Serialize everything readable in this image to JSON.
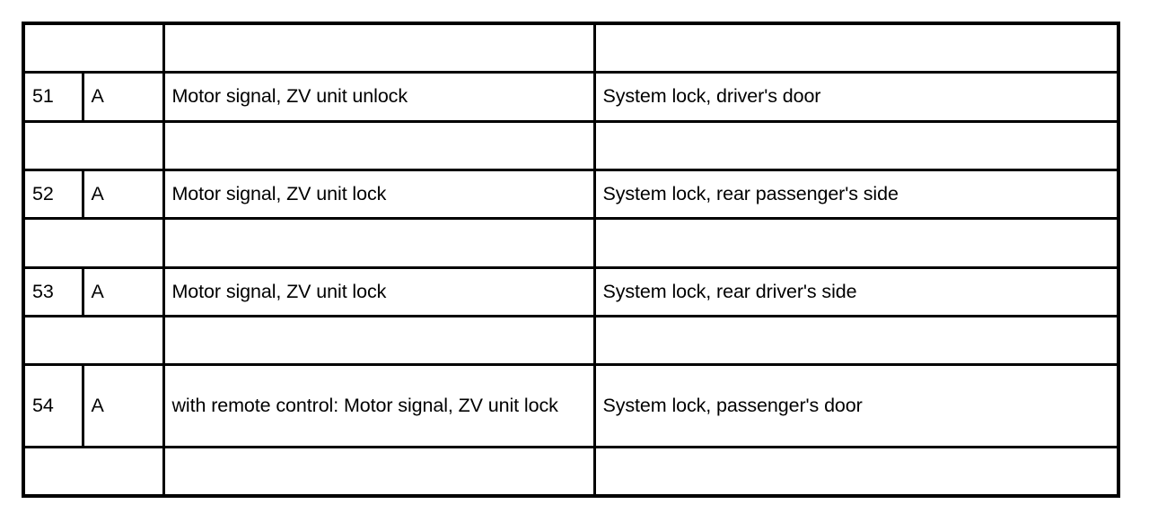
{
  "document": {
    "type": "table",
    "title": "Fuse and relay assignment table",
    "background_color": "#ffffff",
    "line_color": "#000000",
    "text_color": "#000000"
  },
  "table": {
    "columns": [
      {
        "key": "number",
        "header": ""
      },
      {
        "key": "code",
        "header": ""
      },
      {
        "key": "description",
        "header": ""
      },
      {
        "key": "system",
        "header": ""
      }
    ],
    "rows": [
      {
        "kind": "spacer",
        "number": "",
        "code": "",
        "description": "",
        "system": ""
      },
      {
        "kind": "data",
        "number": "51",
        "code": "A",
        "description": "Motor signal, ZV unit unlock",
        "system": "System lock, driver's door"
      },
      {
        "kind": "spacer",
        "number": "",
        "code": "",
        "description": "",
        "system": ""
      },
      {
        "kind": "data",
        "number": "52",
        "code": "A",
        "description": "Motor signal, ZV unit lock",
        "system": "System lock, rear passenger's side"
      },
      {
        "kind": "spacer",
        "number": "",
        "code": "",
        "description": "",
        "system": ""
      },
      {
        "kind": "data",
        "number": "53",
        "code": "A",
        "description": "Motor signal, ZV unit lock",
        "system": "System lock, rear driver's side"
      },
      {
        "kind": "spacer",
        "number": "",
        "code": "",
        "description": "",
        "system": ""
      },
      {
        "kind": "data",
        "number": "54",
        "code": "A",
        "description": "with remote control: Motor signal, ZV unit lock",
        "system": "System lock, passenger's door"
      },
      {
        "kind": "spacer",
        "number": "",
        "code": "",
        "description": "",
        "system": ""
      }
    ]
  }
}
